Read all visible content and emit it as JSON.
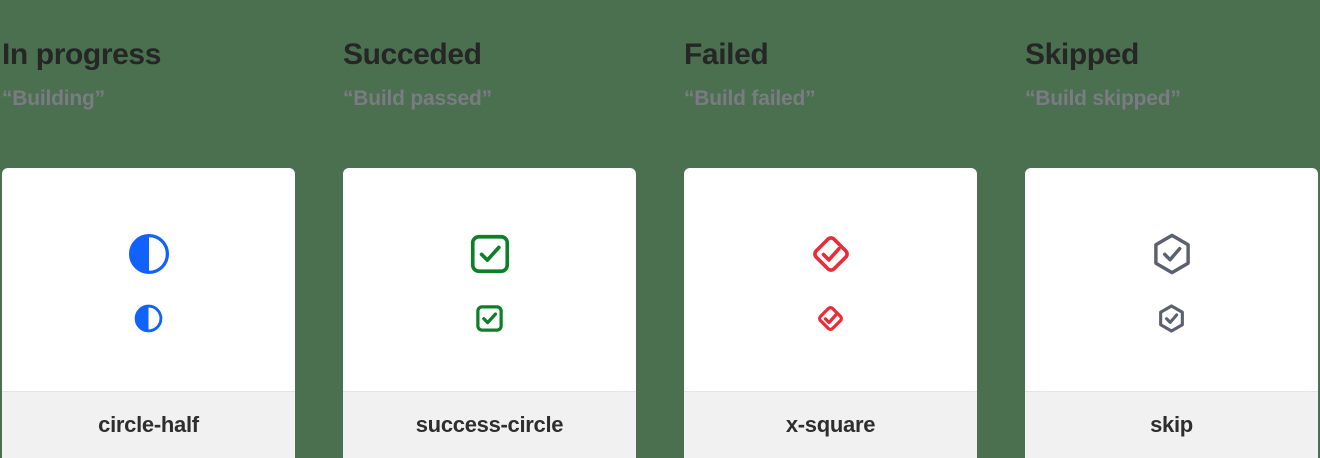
{
  "page": {
    "background_color": "#4a7050",
    "card_background": "#ffffff",
    "footer_background": "#f1f1f1"
  },
  "columns": [
    {
      "heading": "In progress",
      "subtitle": "“Building”",
      "icon_name": "circle-half",
      "icon_color": "#1062fb",
      "icon_id": "circle-half-icon"
    },
    {
      "heading": "Succeded",
      "subtitle": "“Build passed”",
      "icon_name": "success-circle",
      "icon_color": "#0c8028",
      "icon_id": "success-circle-icon"
    },
    {
      "heading": "Failed",
      "subtitle": "“Build failed”",
      "icon_name": "x-square",
      "icon_color": "#e82c38",
      "icon_id": "x-square-icon"
    },
    {
      "heading": "Skipped",
      "subtitle": "“Build skipped”",
      "icon_name": "skip",
      "icon_color": "#5c6170",
      "icon_id": "skip-icon"
    }
  ]
}
